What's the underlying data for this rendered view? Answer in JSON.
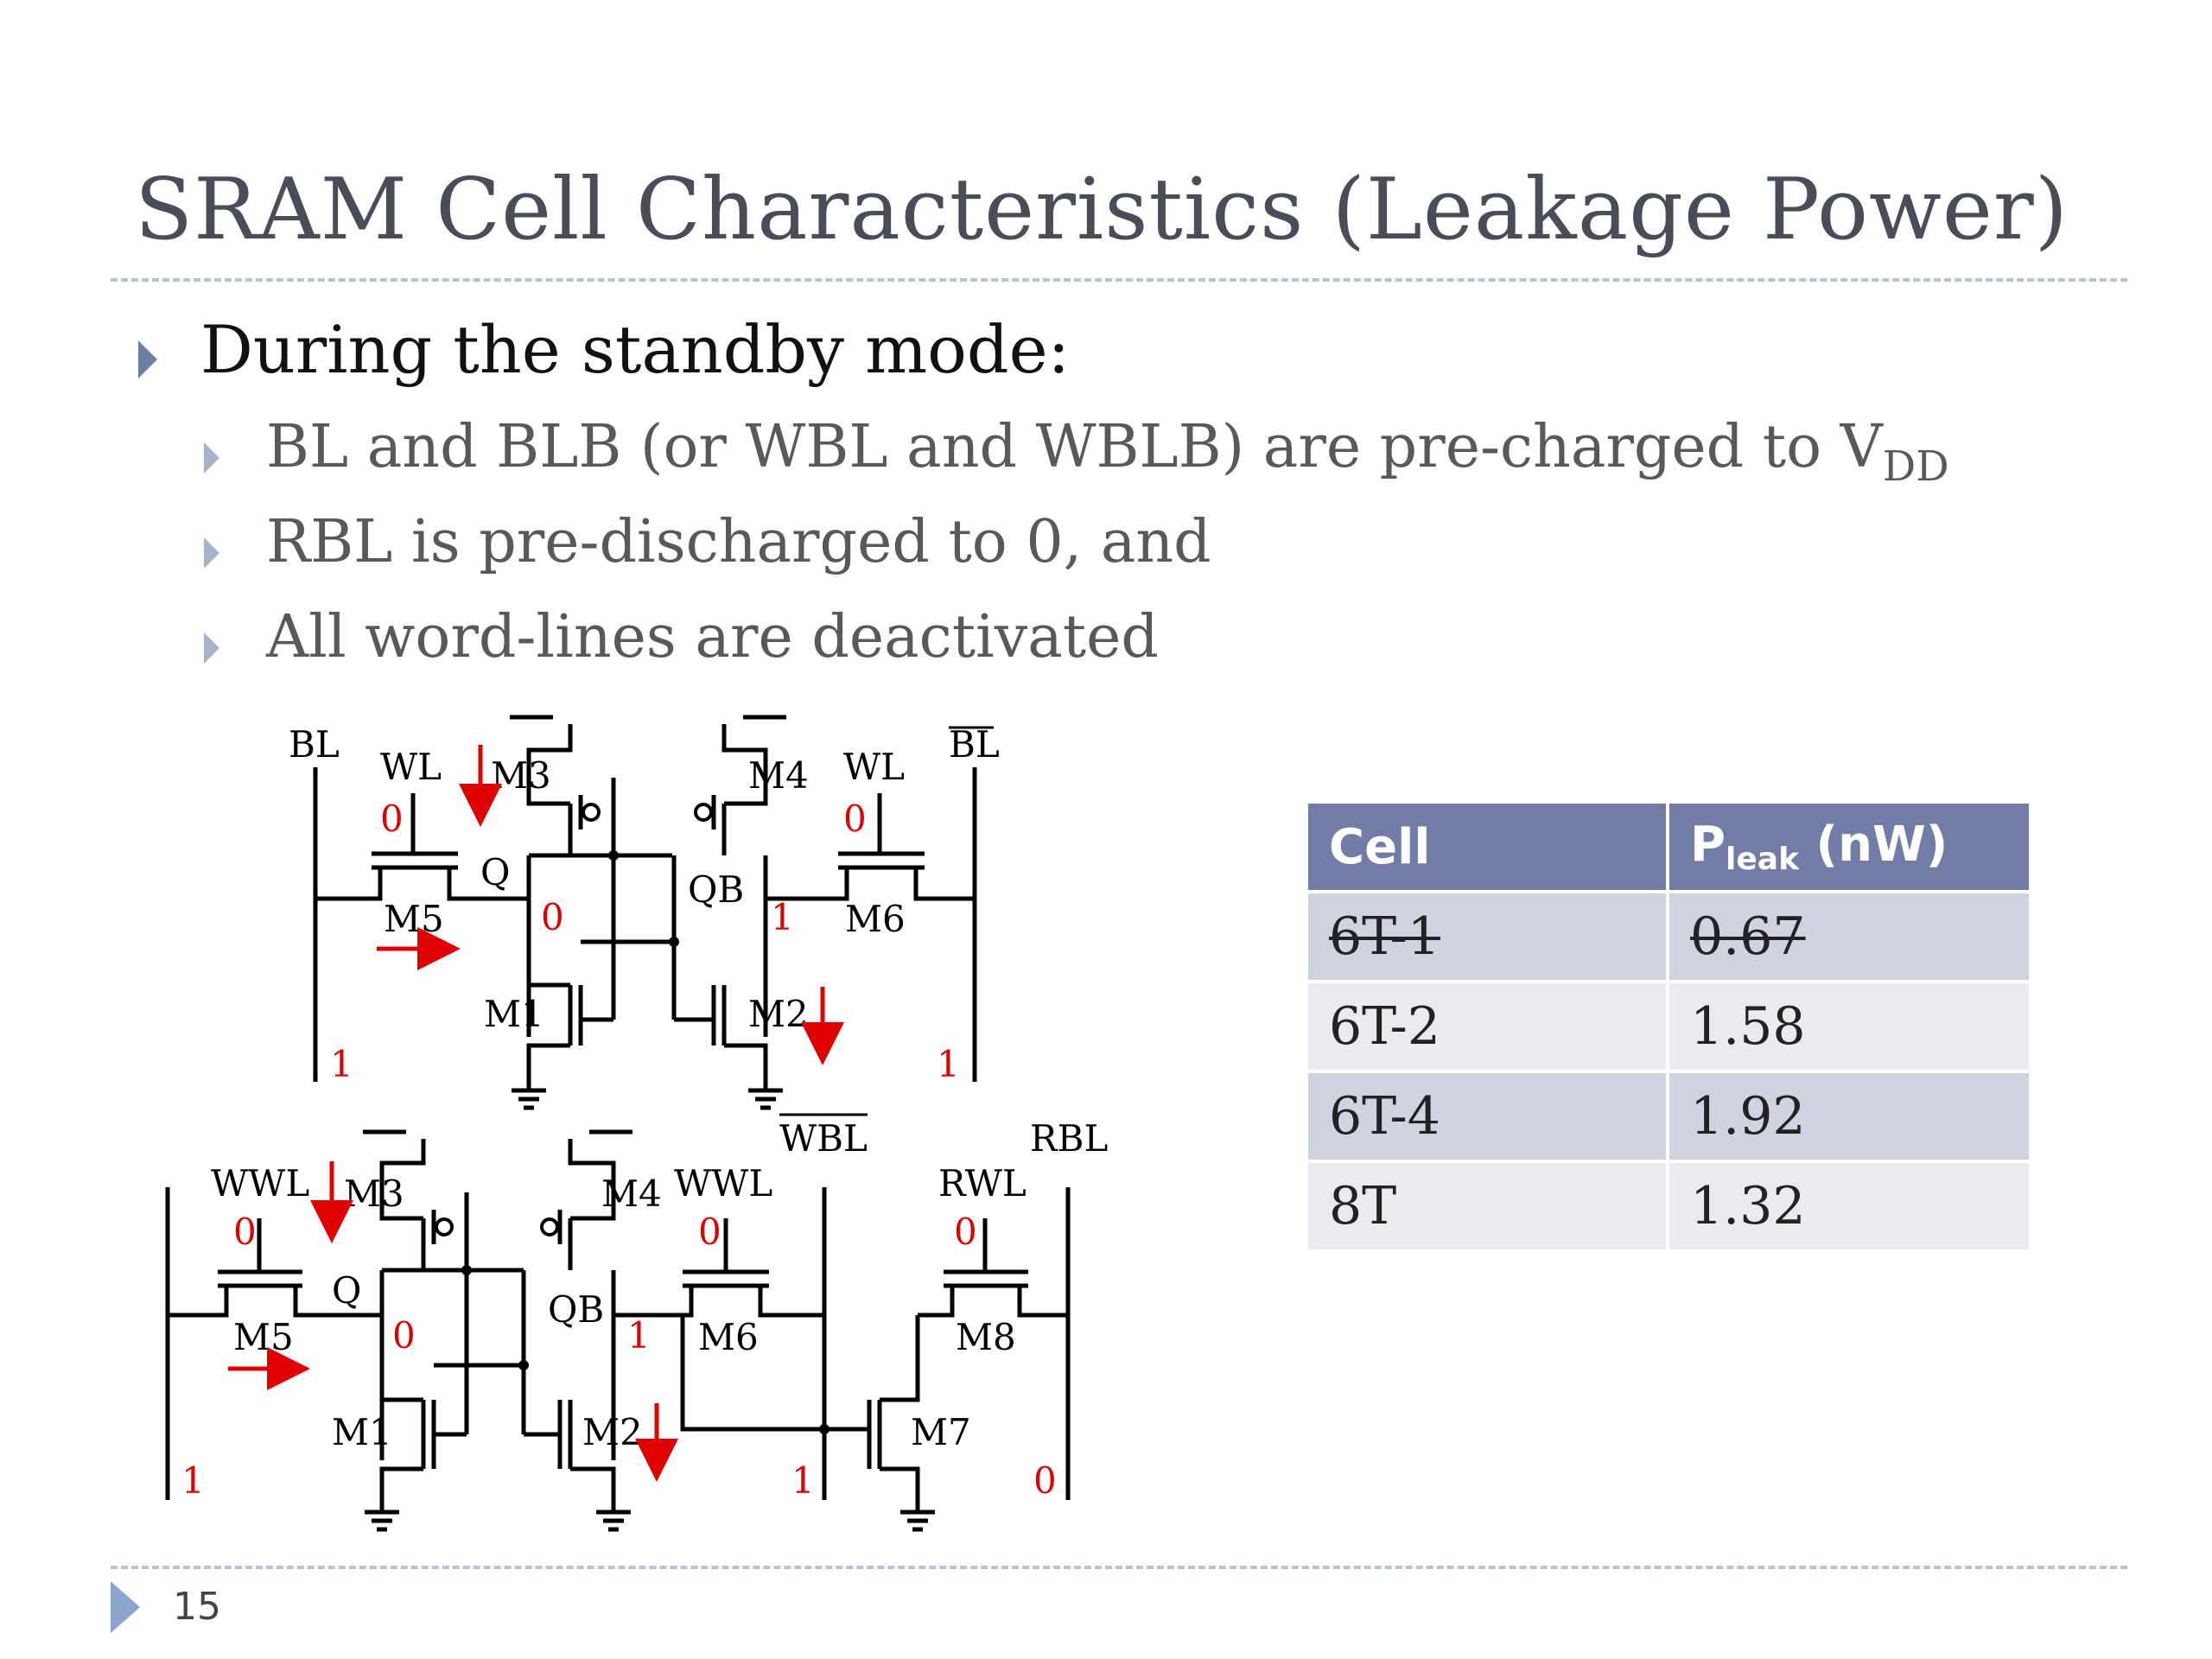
{
  "slide": {
    "title": "SRAM Cell Characteristics (Leakage Power)",
    "bullet_main": "During the standby mode:",
    "sub_bullets": [
      {
        "text": "BL and BLB (or WBL and WBLB) are pre-charged to V",
        "subscript": "DD"
      },
      {
        "text": "RBL is pre-discharged to 0, and",
        "subscript": ""
      },
      {
        "text": "All word-lines are deactivated",
        "subscript": ""
      }
    ],
    "page_number": "15"
  },
  "circuit_6t": {
    "labels": {
      "bl": "BL",
      "blb": "BL",
      "wl_left": "WL",
      "wl_right": "WL",
      "m1": "M1",
      "m2": "M2",
      "m3": "M3",
      "m4": "M4",
      "m5": "M5",
      "m6": "M6",
      "q": "Q",
      "qb": "QB"
    },
    "values": {
      "wl_left": "0",
      "wl_right": "0",
      "q": "0",
      "qb": "1",
      "bl": "1",
      "blb": "1"
    }
  },
  "circuit_8t": {
    "labels": {
      "wwl_left": "WWL",
      "wwl_right": "WWL",
      "rwl": "RWL",
      "wbl": "WBL",
      "rbl": "RBL",
      "m1": "M1",
      "m2": "M2",
      "m3": "M3",
      "m4": "M4",
      "m5": "M5",
      "m6": "M6",
      "m7": "M7",
      "m8": "M8",
      "q": "Q",
      "qb": "QB"
    },
    "values": {
      "wwl_left": "0",
      "wwl_right": "0",
      "rwl": "0",
      "q": "0",
      "qb": "1",
      "left_bitline": "1",
      "wbl": "1",
      "rbl": "0"
    }
  },
  "colors": {
    "title": "#4a4d58",
    "header_bg": "#717da6",
    "row_odd": "#cfd4e0",
    "row_even": "#e9ebf1",
    "annotation": "#e00000",
    "bullet_arrow": "#6b7fa6",
    "rule": "#b4c6d2"
  },
  "table": {
    "header": {
      "cell": "Cell",
      "p_main": "P",
      "p_sub": "leak",
      "p_unit": " (nW)"
    },
    "rows": [
      {
        "cell": "6T-1",
        "p": "0.67",
        "struck": true
      },
      {
        "cell": "6T-2",
        "p": "1.58",
        "struck": false
      },
      {
        "cell": "6T-4",
        "p": "1.92",
        "struck": false
      },
      {
        "cell": "8T",
        "p": "1.32",
        "struck": false
      }
    ]
  }
}
